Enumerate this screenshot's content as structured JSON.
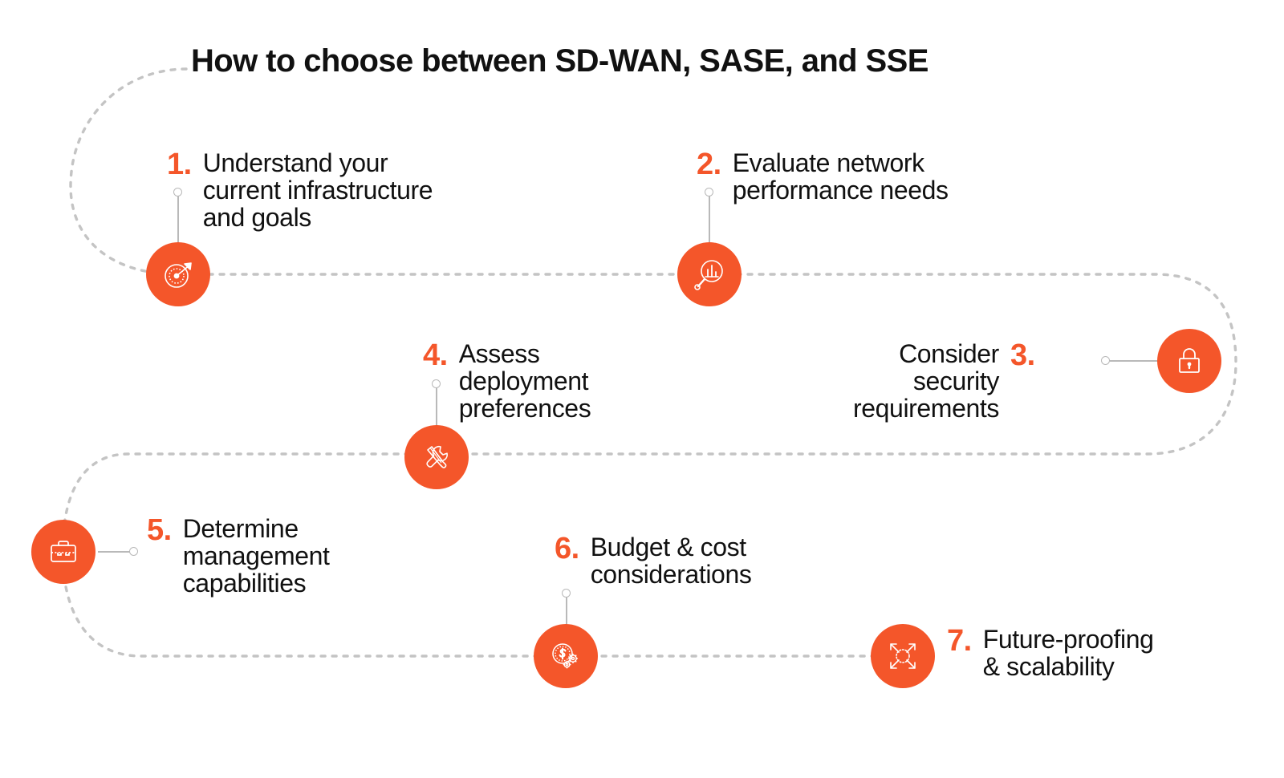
{
  "title": "How to choose between SD-WAN, SASE, and SSE",
  "theme": {
    "accent": "#F4562A",
    "text": "#111111",
    "path": "#c4c4c4",
    "connector": "#b9b9b9",
    "background": "#ffffff"
  },
  "steps": [
    {
      "number": "1.",
      "label": "Understand your\ncurrent infrastructure\nand goals",
      "icon": "target-arrow-icon"
    },
    {
      "number": "2.",
      "label": "Evaluate network\nperformance needs",
      "icon": "magnifier-bar-chart-icon"
    },
    {
      "number": "3.",
      "label": "Consider\nsecurity\nrequirements",
      "icon": "padlock-icon"
    },
    {
      "number": "4.",
      "label": "Assess\ndeployment\npreferences",
      "icon": "wrench-screwdriver-icon"
    },
    {
      "number": "5.",
      "label": "Determine\nmanagement\ncapabilities",
      "icon": "briefcase-icon"
    },
    {
      "number": "6.",
      "label": "Budget & cost\nconsiderations",
      "icon": "dollar-coin-gears-icon"
    },
    {
      "number": "7.",
      "label": "Future-proofing\n& scalability",
      "icon": "expand-arrows-icon"
    }
  ]
}
